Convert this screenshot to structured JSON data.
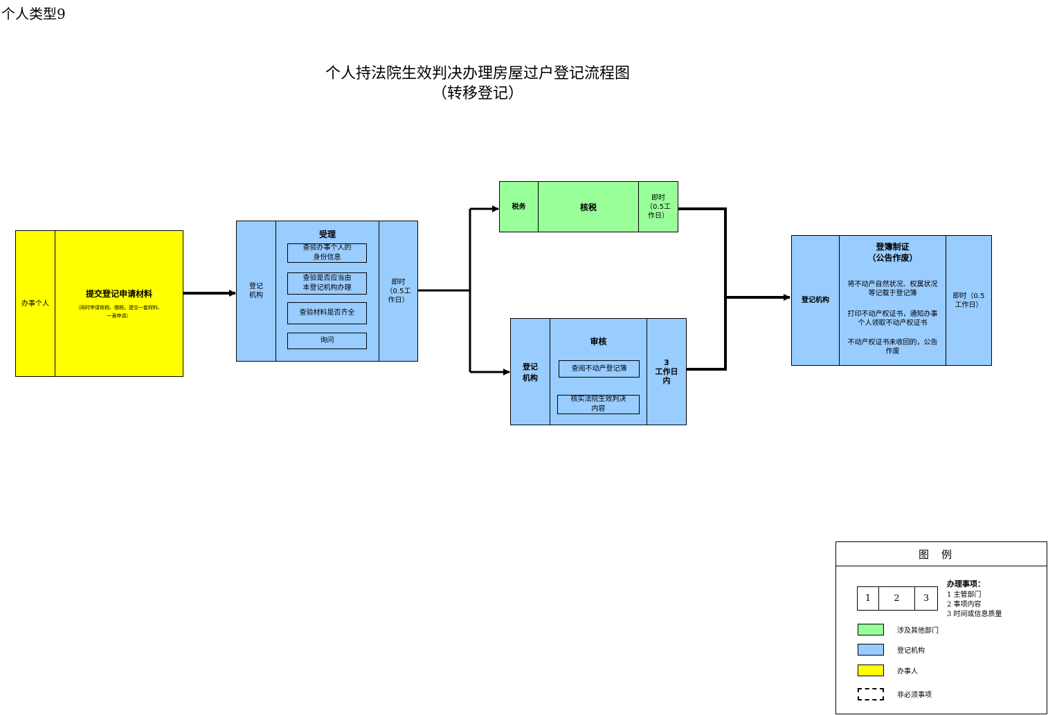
{
  "page_label": "个人类型9",
  "title_line1": "个人持法院生效判决办理房屋过户登记流程图",
  "title_line2": "（转移登记）",
  "steps": {
    "applicant": {
      "dept": "办事个人",
      "title": "提交登记申请材料",
      "note": "（同时申请核税、缴税，提交一套材料、一表申请）"
    },
    "accept": {
      "dept": "登记\n机构",
      "title": "受理",
      "items": [
        "查验办事个人的\n身份信息",
        "查验是否应当由\n本登记机构办理",
        "查验材料是否齐全",
        "询问"
      ],
      "time": "即时\n（0.5工\n作日）"
    },
    "tax": {
      "dept": "税务",
      "title": "核税",
      "time": "即时\n（0.5工\n作日）"
    },
    "review": {
      "dept": "登记\n机构",
      "title": "审核",
      "items": [
        "查阅不动产登记簿",
        "核实法院生效判决\n内容"
      ],
      "time": "3\n工作日\n内"
    },
    "register": {
      "dept": "登记机构",
      "title": "登簿制证\n（公告作废）",
      "items": [
        "将不动产自然状况、权属状况\n等记载于登记簿",
        "打印不动产权证书，通知办事\n个人领取不动产权证书",
        "不动产权证书未收回的，公告\n作废"
      ],
      "time": "即时（0.5\n工作日）"
    }
  },
  "legend": {
    "title": "图例",
    "cells": [
      "1",
      "2",
      "3"
    ],
    "item_heading": "办理事项：",
    "item_lines": [
      "1 主管部门",
      "2 事项内容",
      "3 时间或信息质量"
    ],
    "green_label": "涉及其他部门",
    "blue_label": "登记机构",
    "yellow_label": "办事人",
    "dashed_label": "非必须事项"
  },
  "colors": {
    "applicant": "#ffff00",
    "registry": "#99ccff",
    "other_dept": "#99ff99"
  }
}
